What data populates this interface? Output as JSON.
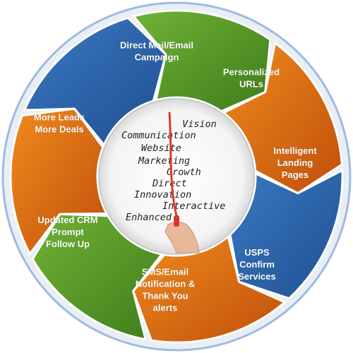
{
  "diagram": {
    "segments": [
      {
        "id": "direct-mail",
        "lines": [
          "Direct Mail/Email",
          "Campaign"
        ],
        "color": "#6fb236",
        "dark": "#3f7d1a"
      },
      {
        "id": "personalized-urls",
        "lines": [
          "Personalized",
          "URLs"
        ],
        "color": "#f08a1c",
        "dark": "#c04f0c"
      },
      {
        "id": "intelligent-landing",
        "lines": [
          "Intelligent",
          "Landing",
          "Pages"
        ],
        "color": "#3a79c3",
        "dark": "#1f4f8f"
      },
      {
        "id": "usps-confirm",
        "lines": [
          "USPS",
          "Confirm",
          "Services"
        ],
        "color": "#f08a1c",
        "dark": "#c04f0c"
      },
      {
        "id": "sms-email",
        "lines": [
          "SMS/Email",
          "Notification &",
          "Thank You",
          "alerts"
        ],
        "color": "#6fb236",
        "dark": "#3f7d1a"
      },
      {
        "id": "updated-crm",
        "lines": [
          "Updated CRM",
          "Prompt",
          "Follow Up"
        ],
        "color": "#f08a1c",
        "dark": "#c04f0c"
      },
      {
        "id": "more-leads",
        "lines": [
          "More Leads",
          "More Deals"
        ],
        "color": "#3a79c3",
        "dark": "#1f4f8f"
      }
    ],
    "center_words": [
      "Vision",
      "Communication",
      "Website",
      "Marketing",
      "Growth",
      "Direct",
      "Innovation",
      "Interactive",
      "Enhanced"
    ],
    "ring_color": "#7fa8d6",
    "marker_color": "#e0392b"
  }
}
